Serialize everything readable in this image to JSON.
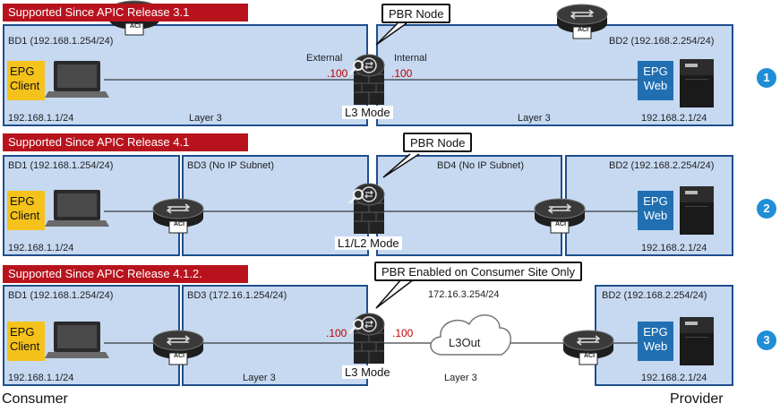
{
  "rows": [
    {
      "banner": "Supported Since APIC Release 3.1",
      "callout": "PBR Node",
      "mode": "L3 Mode",
      "bd_left": "BD1 (192.168.1.254/24)",
      "bd_right": "BD2 (192.168.2.254/24)",
      "ip_left": "192.168.1.1/24",
      "ip_right": "192.168.2.1/24",
      "layer_left": "Layer 3",
      "layer_right": "Layer 3",
      "external": "External",
      "internal": "Internal",
      "addr_left": ".100",
      "addr_right": ".100",
      "number": "1"
    },
    {
      "banner": "Supported Since APIC Release 4.1",
      "callout": "PBR Node",
      "mode": "L1/L2 Mode",
      "bd1": "BD1 (192.168.1.254/24)",
      "bd3": "BD3 (No IP Subnet)",
      "bd4": "BD4 (No IP Subnet)",
      "bd2": "BD2 (192.168.2.254/24)",
      "ip_left": "192.168.1.1/24",
      "ip_right": "192.168.2.1/24",
      "number": "2"
    },
    {
      "banner": "Supported Since APIC Release 4.1.2.",
      "callout": "PBR Enabled on Consumer Site Only",
      "mode": "L3 Mode",
      "bd1": "BD1 (192.168.1.254/24)",
      "bd3": "BD3 (172.16.1.254/24)",
      "bd2": "BD2 (192.168.2.254/24)",
      "ip_left": "192.168.1.1/24",
      "ip_right": "192.168.2.1/24",
      "subnet": "172.16.3.254/24",
      "cloud": "L3Out",
      "layer_bd3": "Layer 3",
      "layer_mid": "Layer 3",
      "addr_left": ".100",
      "addr_right": ".100",
      "number": "3"
    }
  ],
  "epg_client": [
    "EPG",
    "Client"
  ],
  "epg_web": [
    "EPG",
    "Web"
  ],
  "aci_badge": "ACI",
  "footer": {
    "left": "Consumer",
    "right": "Provider"
  },
  "colors": {
    "bd_fill": "#c6d9f1",
    "bd_border": "#1f4e8c",
    "banner": "#b8131d",
    "client": "#f5c21b",
    "web": "#1f6fb2",
    "number": "#1f8ed6",
    "address": "#c00000"
  }
}
